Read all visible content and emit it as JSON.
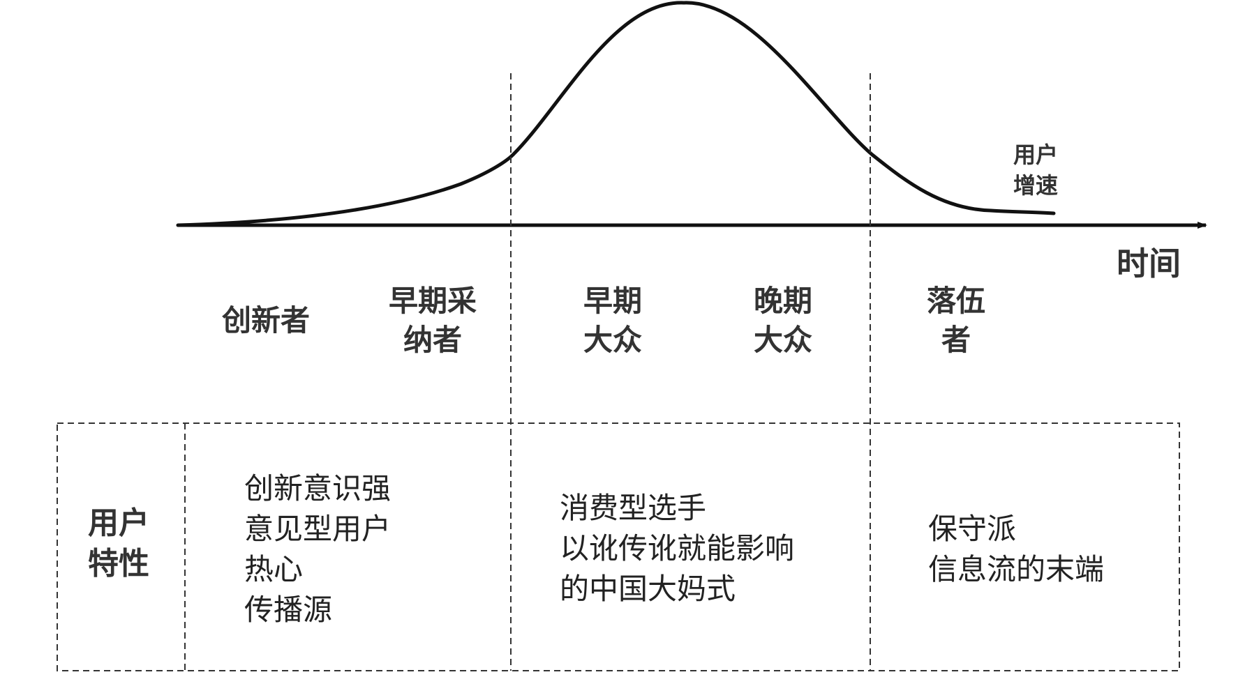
{
  "curve_label": [
    "用户",
    "增速"
  ],
  "axis_label": "时间",
  "segments": {
    "innovators": [
      "创新者"
    ],
    "early_adopters": [
      "早期采",
      "纳者"
    ],
    "early_majority": [
      "早期",
      "大众"
    ],
    "late_majority": [
      "晚期",
      "大众"
    ],
    "laggards": [
      "落伍",
      "者"
    ]
  },
  "table": {
    "header": [
      "用户",
      "特性"
    ],
    "col1": [
      "创新意识强",
      "意见型用户",
      "热心",
      "传播源"
    ],
    "col2": [
      "消费型选手",
      "以讹传讹就能影响",
      "的中国大妈式"
    ],
    "col3": [
      "保守派",
      "信息流的末端"
    ]
  },
  "colors": {
    "line": "#111111",
    "text": "#222222"
  }
}
